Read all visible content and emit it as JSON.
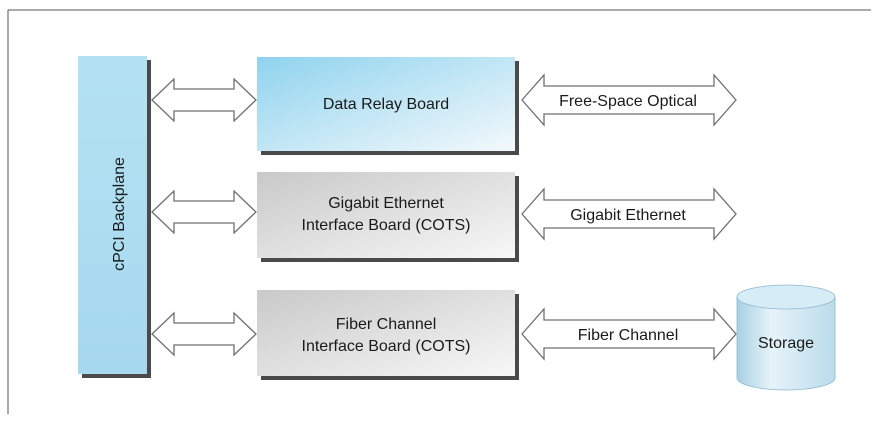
{
  "backplane": {
    "label": "cPCI Backplane"
  },
  "boards": [
    {
      "line1": "Data Relay Board",
      "line2": ""
    },
    {
      "line1": "Gigabit Ethernet",
      "line2": "Interface Board (COTS)"
    },
    {
      "line1": "Fiber Channel",
      "line2": "Interface Board (COTS)"
    }
  ],
  "links": [
    {
      "label": "Free-Space Optical"
    },
    {
      "label": "Gigabit Ethernet"
    },
    {
      "label": "Fiber Channel"
    }
  ],
  "storage": {
    "label": "Storage"
  },
  "colors": {
    "frame": "#555555",
    "backplane_fill": "#a9dcf0",
    "relay_gradient_from": "#8fd3ee",
    "relay_gradient_to": "#f3f9fc",
    "cots_gradient_from": "#cfcfcf",
    "cots_gradient_to": "#f6f6f6",
    "arrow_stroke": "#6f6f6f",
    "shadow": "#4a4a4a",
    "storage_fill": "#c7e4f2"
  }
}
